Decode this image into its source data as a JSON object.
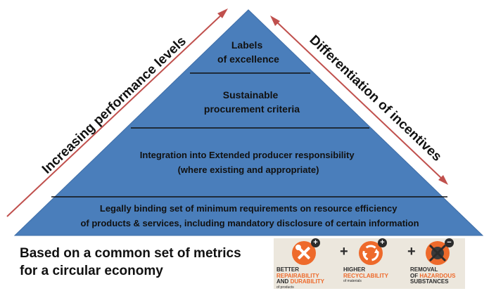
{
  "pyramid": {
    "tiers": [
      {
        "lines": [
          "Labels",
          "of excellence"
        ]
      },
      {
        "lines": [
          "Sustainable",
          "procurement criteria"
        ]
      },
      {
        "lines": [
          "Integration into Extended producer responsibility",
          "(where existing and appropriate)"
        ]
      },
      {
        "lines": [
          "Legally binding set of minimum requirements on resource efficiency",
          "of products & services, including mandatory disclosure of certain information"
        ]
      }
    ],
    "left_arrow_label": "Increasing performance levels",
    "right_arrow_label": "Differentiation of incentives",
    "colors": {
      "fill": "#4a7ebb",
      "divider": "#111111",
      "arrow": "#c0504d"
    }
  },
  "footer": {
    "caption_lines": [
      "Based on a common set of metrics",
      "for a circular economy"
    ],
    "badges": [
      {
        "icon": "tools-icon",
        "sign": "+",
        "line1": "BETTER",
        "line2": "REPAIRABILITY",
        "line3a": "AND ",
        "line3b": "DURABILITY",
        "line4": "of products"
      },
      {
        "icon": "recycle-icon",
        "sign": "+",
        "line1": "HIGHER",
        "line2": "RECYCLABILITY",
        "line3a": "",
        "line3b": "",
        "line4": "of materials"
      },
      {
        "icon": "hazard-crossed-icon",
        "sign": "−",
        "line1": "REMOVAL",
        "line2": "OF ",
        "line2b": "HAZARDOUS",
        "line3a": "SUBSTANCES",
        "line3b": "",
        "line4": ""
      }
    ],
    "plus_signs": [
      "+",
      "+"
    ],
    "accent": "#ee6a2b"
  }
}
